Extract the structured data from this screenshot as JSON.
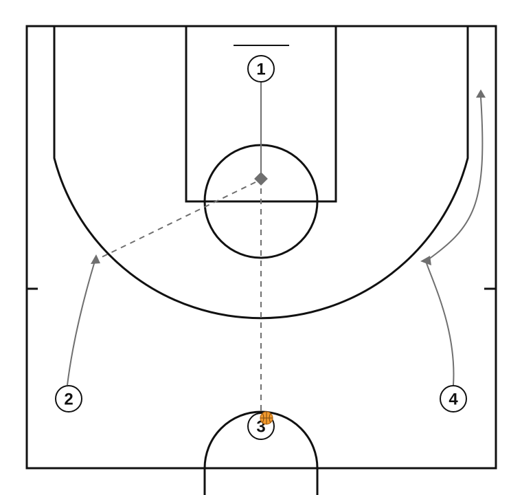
{
  "diagram": {
    "colors": {
      "court_lines": "#111111",
      "movement_lines": "#6f6f6f",
      "background": "#ffffff",
      "ball": "#f29a2e"
    },
    "players": [
      {
        "label": "1"
      },
      {
        "label": "2"
      },
      {
        "label": "3",
        "has_ball": true
      },
      {
        "label": "4"
      }
    ],
    "actions": [
      {
        "type": "screen",
        "player": "1"
      },
      {
        "type": "cut",
        "player": "2"
      },
      {
        "type": "cut",
        "player": "4"
      },
      {
        "type": "pass",
        "from": "3",
        "to": "1"
      },
      {
        "type": "pass",
        "from": "1",
        "to": "2"
      }
    ]
  }
}
